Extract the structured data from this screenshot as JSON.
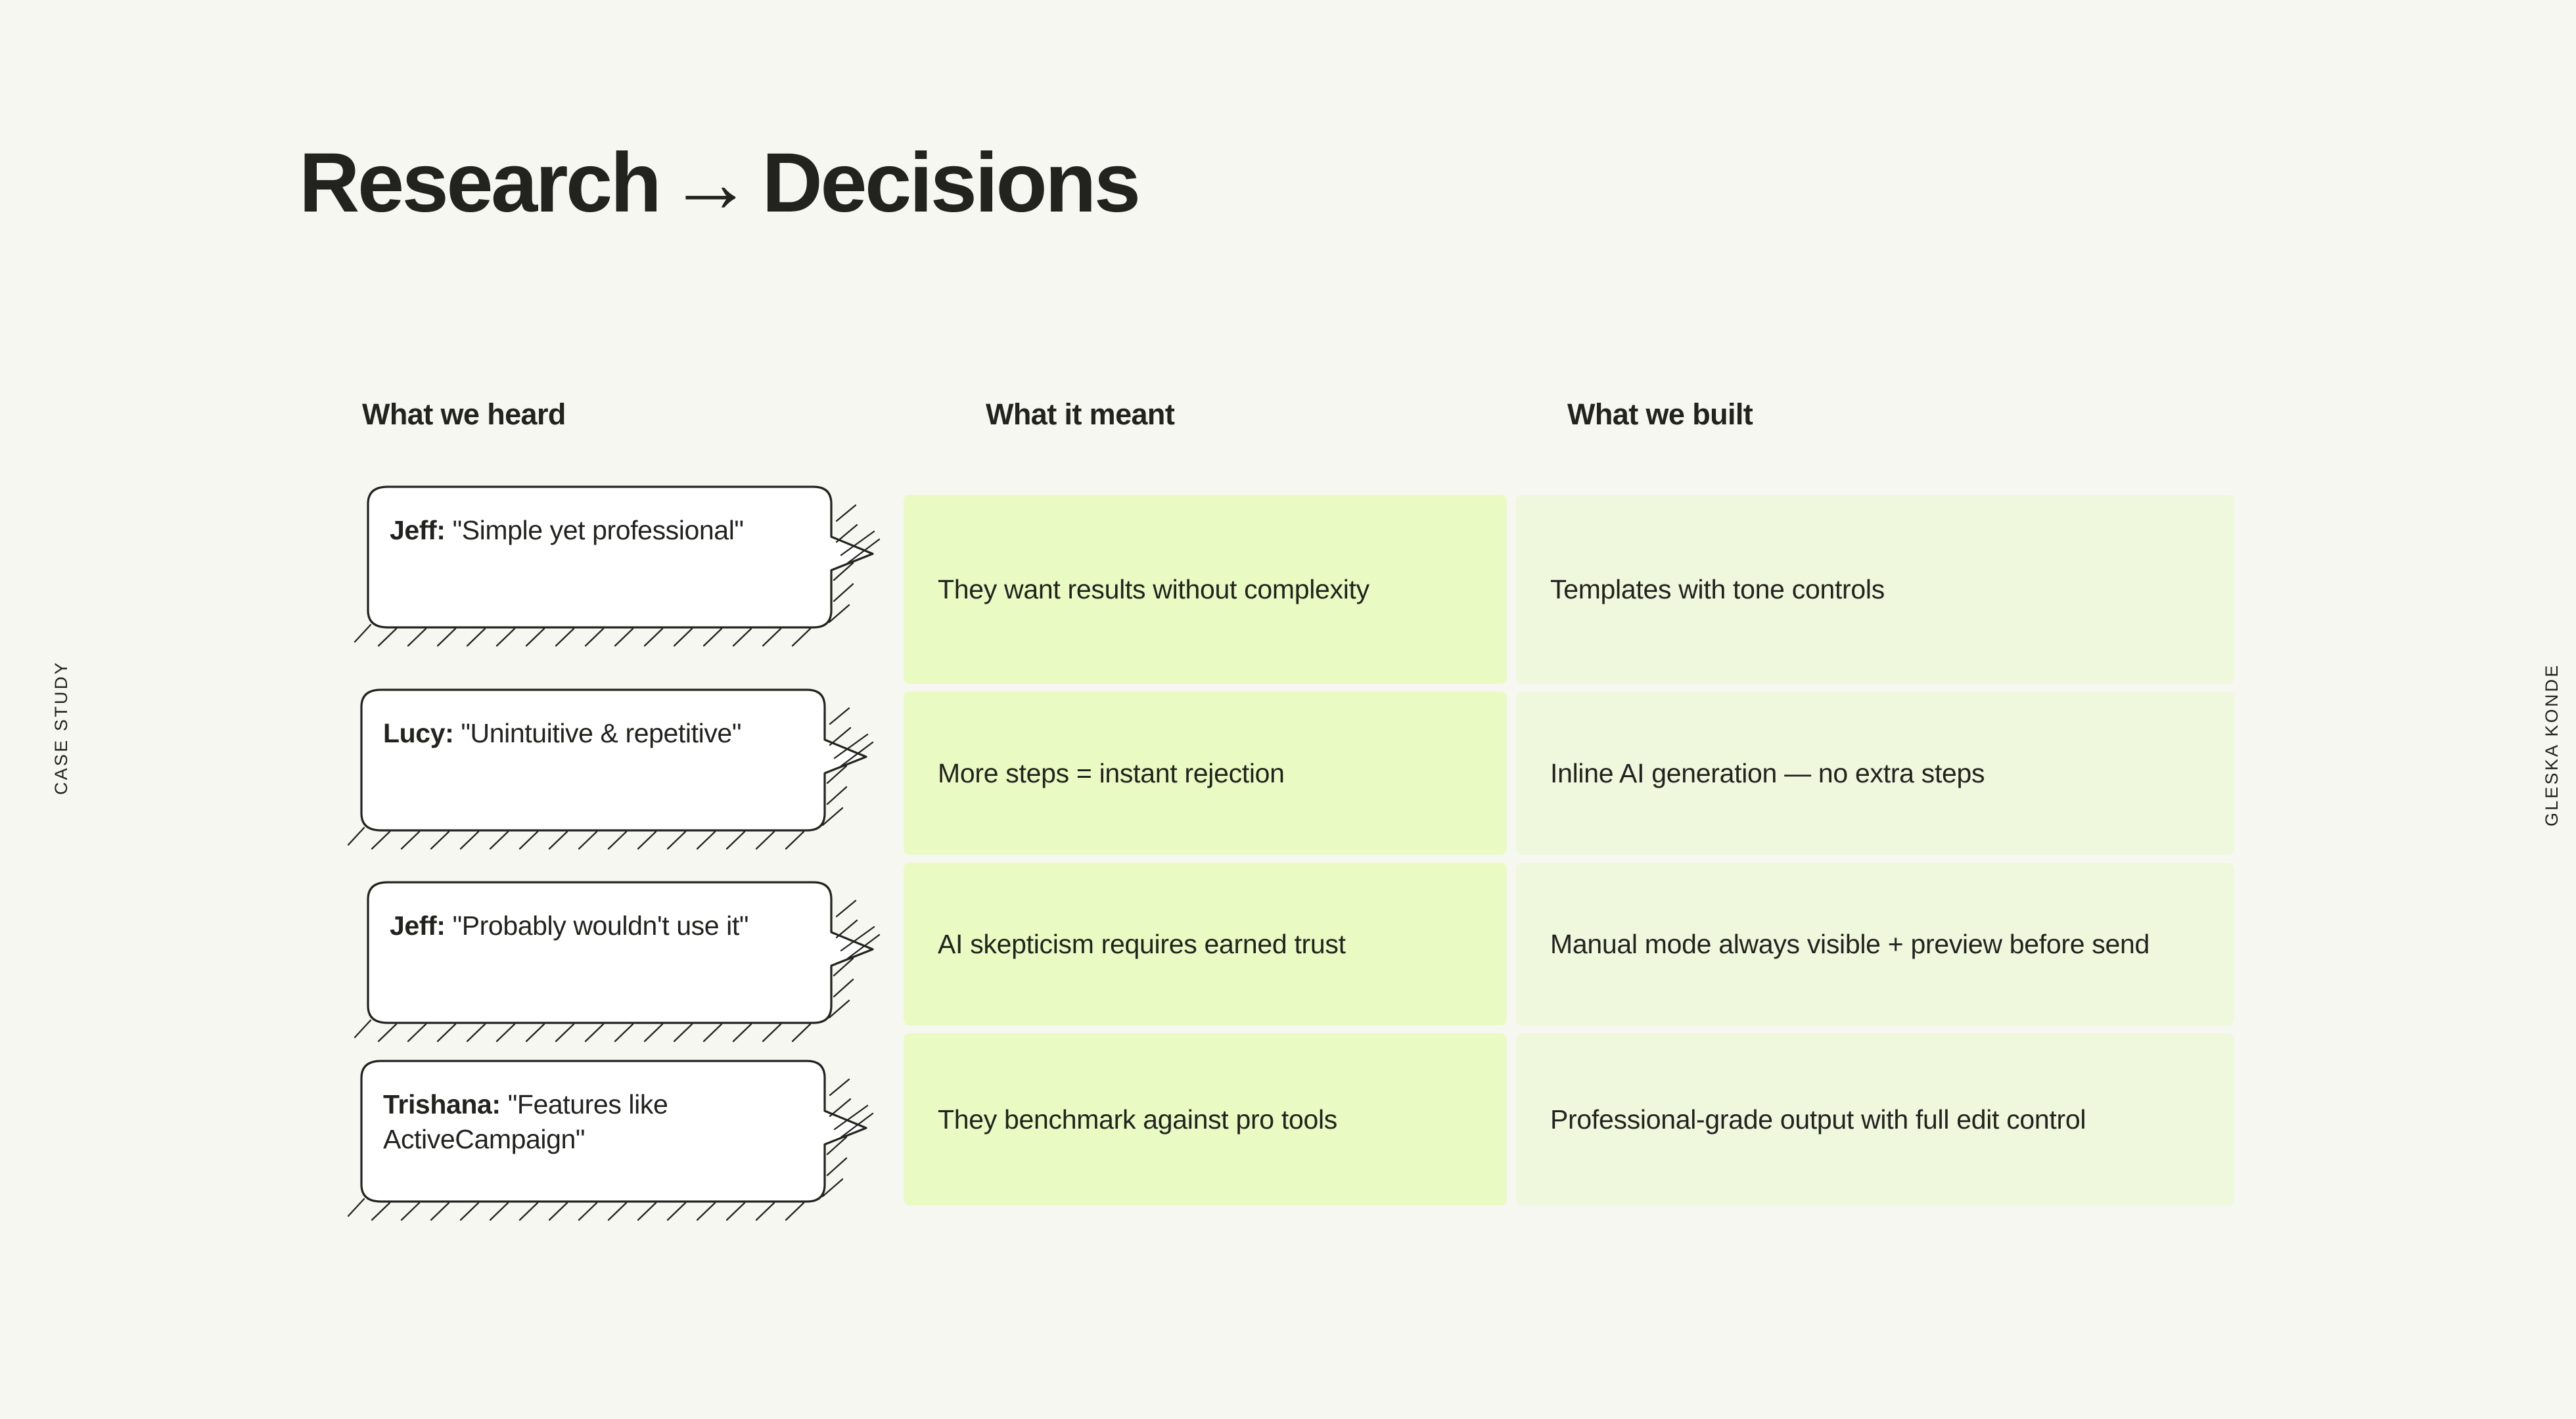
{
  "meta": {
    "left_label": "CASE STUDY",
    "right_label": "GLESKA KONDE",
    "background_color": "#f7f7f2",
    "text_color": "#22231f",
    "meant_color": "#e9fac3",
    "built_color": "#eff7dd"
  },
  "title": {
    "part1": "Research",
    "arrow": "→",
    "part2": "Decisions"
  },
  "columns": {
    "heard": "What we heard",
    "meant": "What it meant",
    "built": "What we built"
  },
  "rows": [
    {
      "speaker": "Jeff:",
      "quote": "\"Simple yet professional\"",
      "meant": "They want results without complexity",
      "built": "Templates with tone controls"
    },
    {
      "speaker": "Lucy:",
      "quote": "\"Unintuitive & repetitive\"",
      "meant": "More steps = instant rejection",
      "built": "Inline AI generation — no extra steps"
    },
    {
      "speaker": "Jeff:",
      "quote": "\"Probably wouldn't use it\"",
      "meant": "AI skepticism requires earned trust",
      "built": "Manual mode always visible + preview before send"
    },
    {
      "speaker": "Trishana:",
      "quote": "\"Features like ActiveCampaign\"",
      "meant": "They benchmark against pro tools",
      "built": "Professional-grade output with full edit control"
    }
  ]
}
